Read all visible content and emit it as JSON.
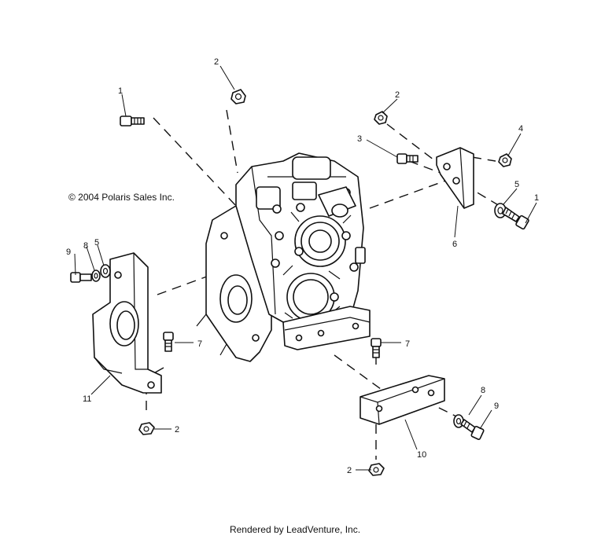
{
  "copyright": "© 2004 Polaris Sales Inc.",
  "footer": "Rendered by LeadVenture, Inc.",
  "callouts": [
    {
      "label": "1"
    },
    {
      "label": "2"
    },
    {
      "label": "2"
    },
    {
      "label": "3"
    },
    {
      "label": "4"
    },
    {
      "label": "5"
    },
    {
      "label": "1"
    },
    {
      "label": "6"
    },
    {
      "label": "9"
    },
    {
      "label": "8"
    },
    {
      "label": "5"
    },
    {
      "label": "7"
    },
    {
      "label": "7"
    },
    {
      "label": "11"
    },
    {
      "label": "2"
    },
    {
      "label": "8"
    },
    {
      "label": "9"
    },
    {
      "label": "10"
    },
    {
      "label": "2"
    }
  ]
}
